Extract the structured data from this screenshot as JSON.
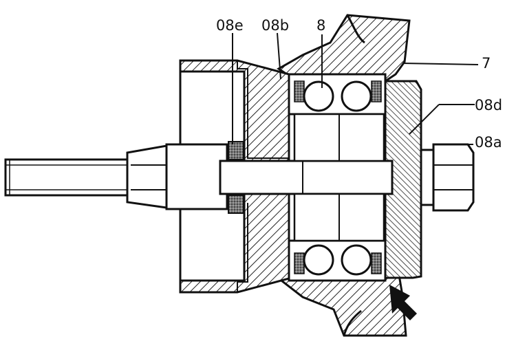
{
  "callouts": {
    "part_08e": "08e",
    "part_08b": "08b",
    "part_8": "8",
    "part_7": "7",
    "part_08d": "08d",
    "part_08a": "08a"
  }
}
